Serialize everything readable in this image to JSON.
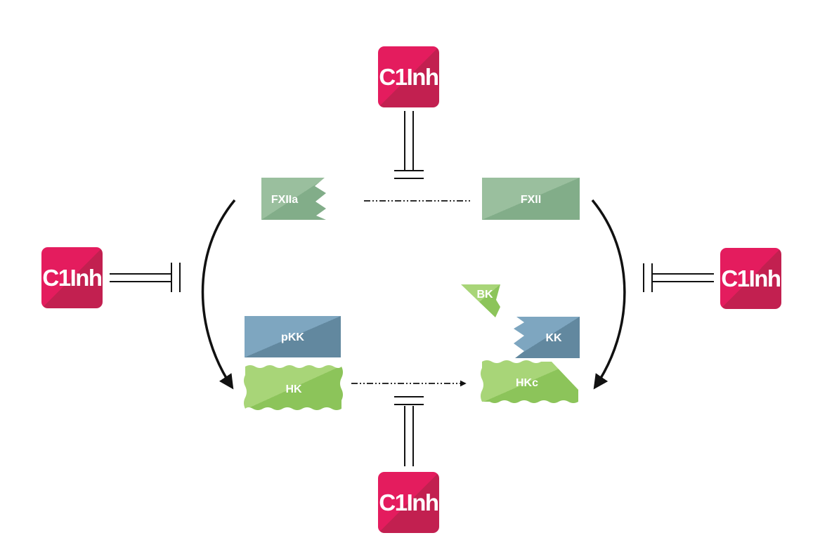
{
  "inhibitor_label": "C1Inh",
  "molecules": {
    "fxiia": "FXIIa",
    "fxii": "FXII",
    "pkk": "pKK",
    "kk": "KK",
    "bk": "BK",
    "hk": "HK",
    "hkc": "HKc"
  },
  "colors": {
    "c1inh_light": "#e41c5e",
    "c1inh_dark": "#c22050",
    "fxii_light": "#9abf9e",
    "fxii_dark": "#82ad89",
    "kk_light": "#7ea6c0",
    "kk_dark": "#62889f",
    "hk_light": "#a8d578",
    "hk_dark": "#8cc45a",
    "line": "#111111"
  }
}
